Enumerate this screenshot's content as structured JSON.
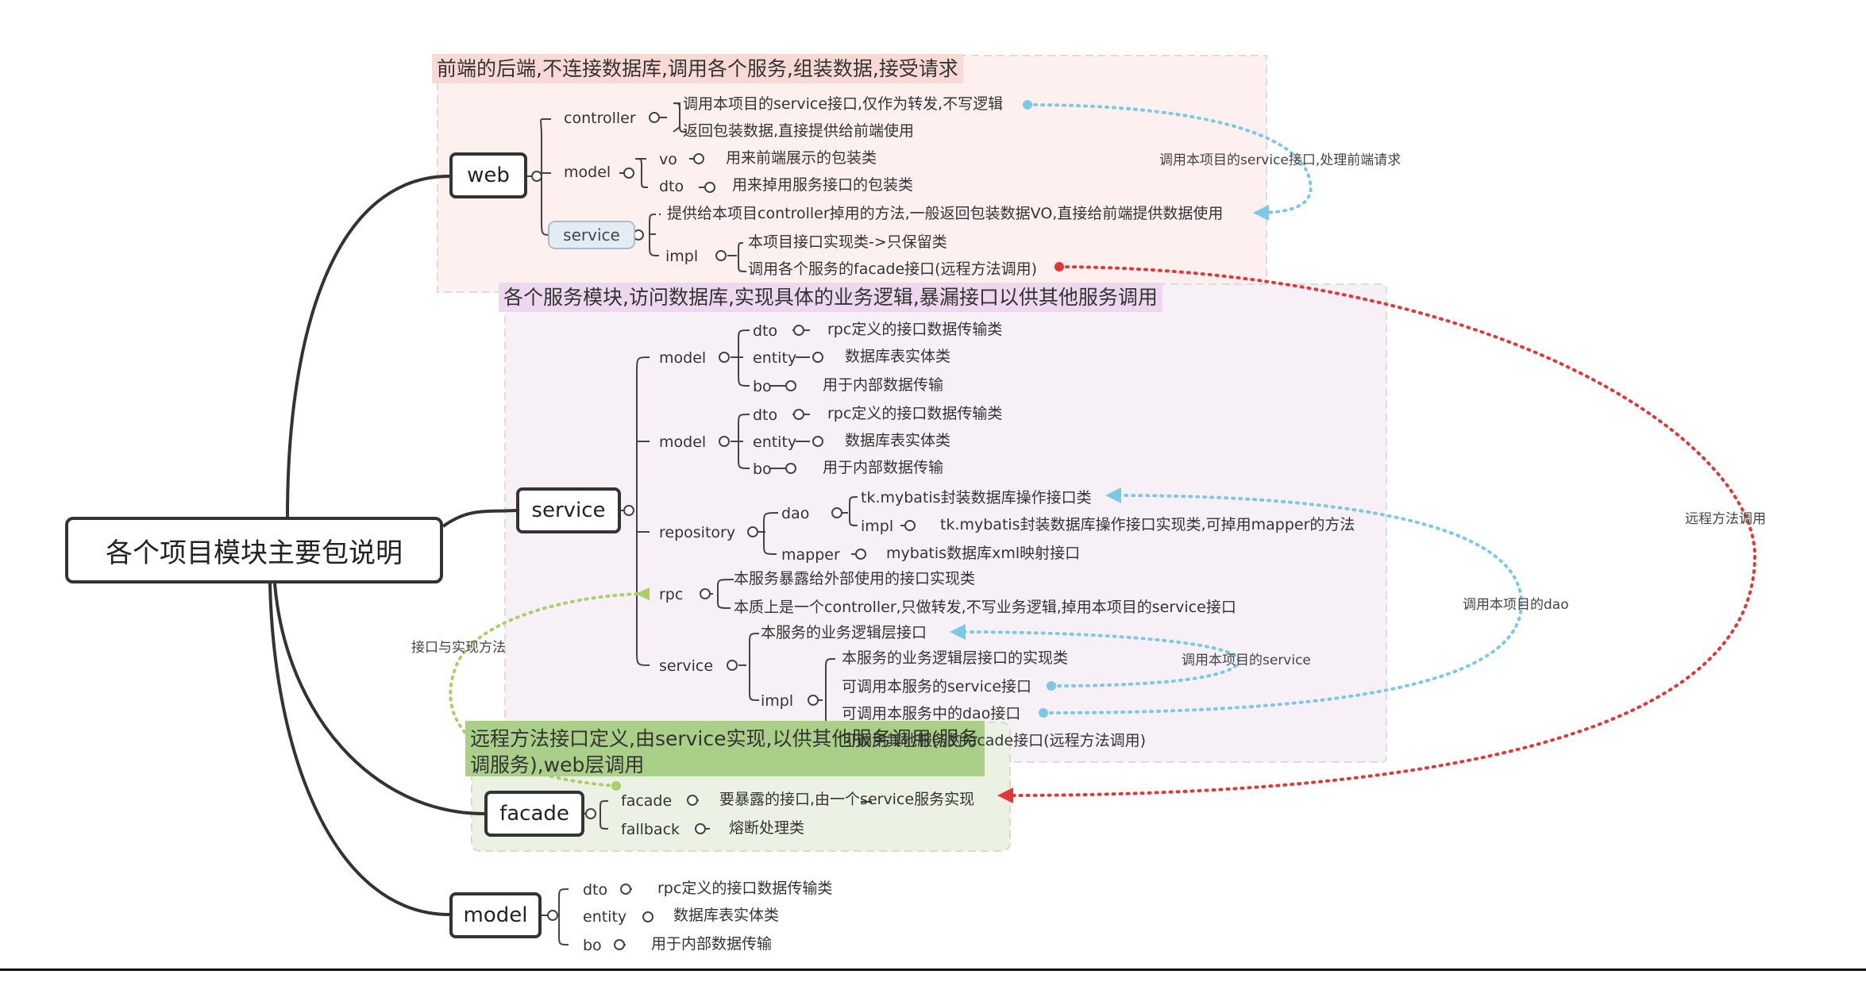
{
  "root": {
    "label": "各个项目模块主要包说明"
  },
  "web": {
    "label": "web",
    "banner": "前端的后端,不连接数据库,调用各个服务,组装数据,接受请求",
    "controller": {
      "label": "controller",
      "items": [
        "调用本项目的service接口,仅作为转发,不写逻辑",
        "返回包装数据,直接提供给前端使用"
      ]
    },
    "model": {
      "label": "model",
      "vo": {
        "label": "vo",
        "desc": "用来前端展示的包装类"
      },
      "dto": {
        "label": "dto",
        "desc": "用来掉用服务接口的包装类"
      }
    },
    "service": {
      "label": "service",
      "desc": "提供给本项目controller掉用的方法,一般返回包装数据VO,直接给前端提供数据使用",
      "impl": {
        "label": "impl",
        "items": [
          "本项目接口实现类->只保留类",
          "调用各个服务的facade接口(远程方法调用)"
        ]
      }
    }
  },
  "service": {
    "label": "service",
    "banner": "各个服务模块,访问数据库,实现具体的业务逻辑,暴漏接口以供其他服务调用",
    "model1": {
      "label": "model",
      "rows": [
        {
          "key": "dto",
          "desc": "rpc定义的接口数据传输类"
        },
        {
          "key": "entity",
          "desc": "数据库表实体类"
        },
        {
          "key": "bo",
          "desc": "用于内部数据传输"
        }
      ]
    },
    "model2": {
      "label": "model",
      "rows": [
        {
          "key": "dto",
          "desc": "rpc定义的接口数据传输类"
        },
        {
          "key": "entity",
          "desc": "数据库表实体类"
        },
        {
          "key": "bo",
          "desc": "用于内部数据传输"
        }
      ]
    },
    "repository": {
      "label": "repository",
      "dao": {
        "label": "dao",
        "desc": "tk.mybatis封装数据库操作接口类",
        "impl": {
          "label": "impl",
          "desc": "tk.mybatis封装数据库操作接口实现类,可掉用mapper的方法"
        }
      },
      "mapper": {
        "label": "mapper",
        "desc": "mybatis数据库xml映射接口"
      }
    },
    "rpc": {
      "label": "rpc",
      "items": [
        "本服务暴露给外部使用的接口实现类",
        "本质上是一个controller,只做转发,不写业务逻辑,掉用本项目的service接口"
      ]
    },
    "svc": {
      "label": "service",
      "desc": "本服务的业务逻辑层接口",
      "impl": {
        "label": "impl",
        "items": [
          "本服务的业务逻辑层接口的实现类",
          "可调用本服务的service接口",
          "可调用本服务中的dao接口",
          "可调用其他服务的facade接口(远程方法调用)"
        ]
      }
    }
  },
  "facade": {
    "label": "facade",
    "banner": "远程方法接口定义,由service实现,以供其他服务调用(服务调服务),web层调用",
    "rows": [
      {
        "key": "facade",
        "desc": "要暴露的接口,由一个service服务实现"
      },
      {
        "key": "fallback",
        "desc": "熔断处理类"
      }
    ]
  },
  "model": {
    "label": "model",
    "rows": [
      {
        "key": "dto",
        "desc": "rpc定义的接口数据传输类"
      },
      {
        "key": "entity",
        "desc": "数据库表实体类"
      },
      {
        "key": "bo",
        "desc": "用于内部数据传输"
      }
    ]
  },
  "relations": {
    "web_call": "调用本项目的service接口,处理前端请求",
    "remote_call": "远程方法调用",
    "dao_call": "调用本项目的dao",
    "service_call": "调用本项目的service",
    "interface_impl": "接口与实现方法"
  },
  "colors": {
    "web_box": "#fdeeee",
    "service_box": "#f6eef6",
    "facade_box": "#e8f0e0",
    "web_banner": "#f9d9d6",
    "service_banner": "#eed8ef",
    "facade_banner": "#a9cf88",
    "blue_dotted": "#7cc9e6",
    "red_dotted": "#e2373a",
    "green_dotted": "#a8cf6a"
  }
}
